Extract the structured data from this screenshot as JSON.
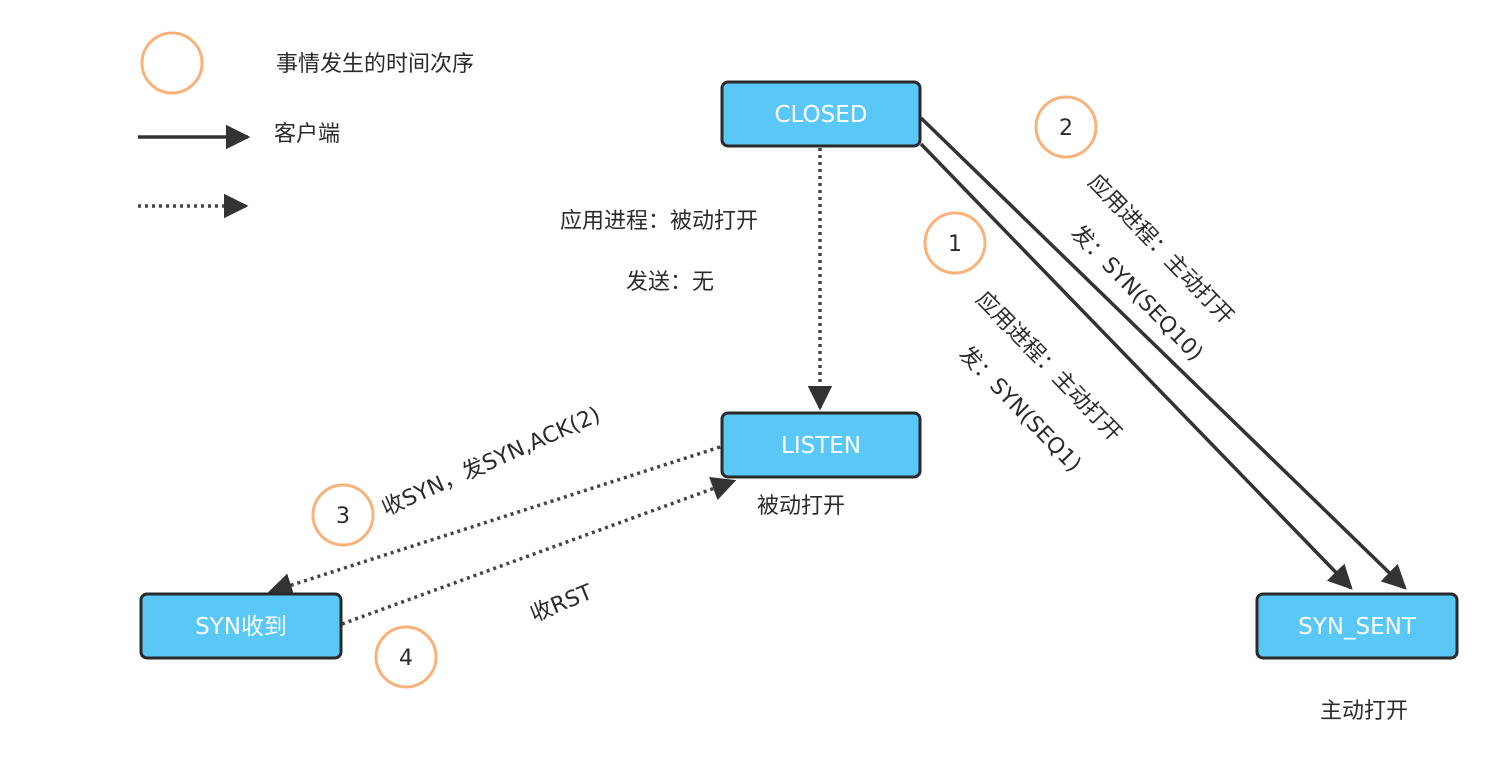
{
  "legend": {
    "order_caption": "事情发生的时间次序",
    "client_caption": "客户端",
    "server_caption": ""
  },
  "states": {
    "closed": "CLOSED",
    "listen": "LISTEN",
    "syn_received": "SYN收到",
    "syn_sent": "SYN_SENT"
  },
  "captions": {
    "passive_open": "被动打开",
    "active_open": "主动打开"
  },
  "transitions": {
    "passive": {
      "line1": "应用进程：被动打开",
      "line2": "发送：无"
    },
    "active_1": {
      "number": "1",
      "line1": "应用进程：主动打开",
      "line2": "发：SYN(SEQ1)"
    },
    "active_2": {
      "number": "2",
      "line1": "应用进程：主动打开",
      "line2": "发：SYN(SEQ10)"
    },
    "step_3": {
      "number": "3",
      "label": "收SYN，发SYN,ACK(2)"
    },
    "step_4": {
      "number": "4",
      "label": "收RST"
    }
  },
  "colors": {
    "state_fill": "#5ac8f7",
    "order_circle": "#f9b27a",
    "edge": "#333333"
  }
}
